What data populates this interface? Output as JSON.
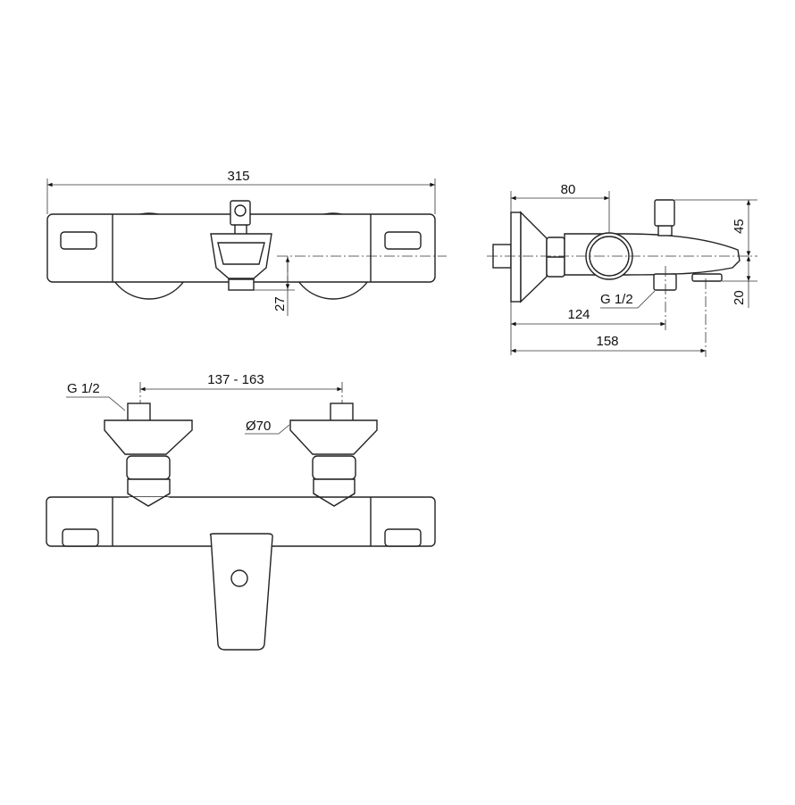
{
  "top_view": {
    "width_dim": "315",
    "offset_dim": "27"
  },
  "side_view": {
    "depth_dim": "80",
    "height_up_dim": "45",
    "height_down_dim": "20",
    "outlet_dim": "124",
    "spout_dim": "158",
    "outlet_thread": "G 1/2"
  },
  "front_view": {
    "centers_dim": "137 - 163",
    "inlet_thread": "G 1/2",
    "flange_diameter": "Ø70"
  },
  "colors": {
    "line": "#222222",
    "background": "#ffffff"
  }
}
